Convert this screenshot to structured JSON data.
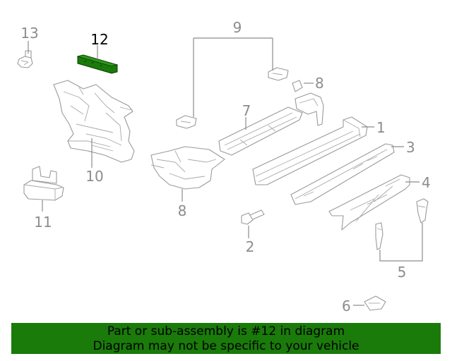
{
  "diagram": {
    "callouts": {
      "c1": "1",
      "c2": "2",
      "c3": "3",
      "c4": "4",
      "c5": "5",
      "c6": "6",
      "c7": "7",
      "c8a": "8",
      "c8b": "8",
      "c9": "9",
      "c10": "10",
      "c11": "11",
      "c12": "12",
      "c13": "13"
    },
    "colors": {
      "highlighted_part": "#1a7a0a",
      "outline": "#9a9a9a",
      "callout_text": "#8c8c8c",
      "highlight_text": "#000000"
    }
  },
  "banner": {
    "line1": "Part or sub-assembly is #12 in diagram",
    "line2": "Diagram may not be specific to your vehicle",
    "background": "#1a7a0a"
  }
}
